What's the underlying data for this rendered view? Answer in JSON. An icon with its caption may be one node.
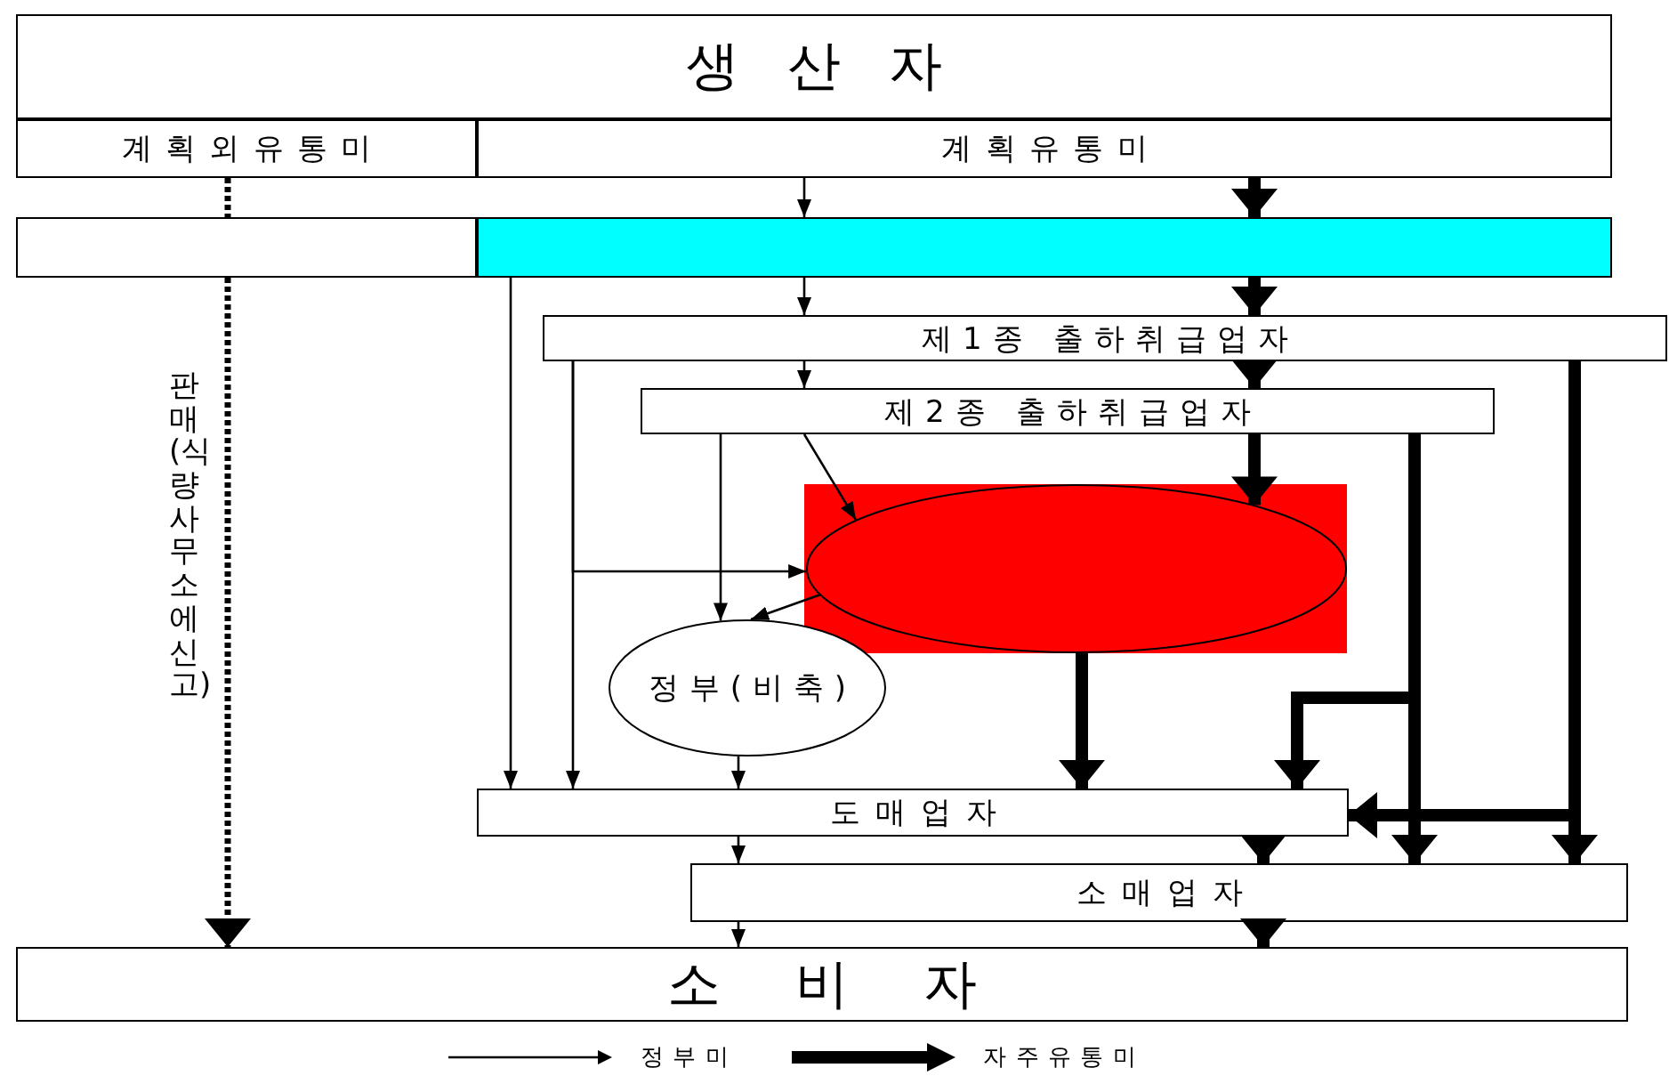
{
  "diagram": {
    "nodes": [
      {
        "text": [
          "생산자"
        ]
      },
      {
        "text": [
          "계획외유통미"
        ]
      },
      {
        "text": [
          "계획유통미"
        ]
      },
      {
        "text": [],
        "shape": "box"
      },
      {
        "text": [],
        "shape": "box"
      },
      {
        "text": [
          "제1종 출하취급업자"
        ]
      },
      {
        "text": [
          "제2종 출하취급업자"
        ]
      },
      {
        "text": [],
        "shape": "box"
      },
      {
        "text": [],
        "shape": "circle",
        "in": 7
      },
      {
        "text": [
          "정부(비축)"
        ]
      },
      {
        "text": [
          "도매업자"
        ]
      },
      {
        "text": [
          "소매업자"
        ]
      },
      {
        "text": [
          "소비자"
        ]
      }
    ],
    "edges": [
      {
        "from": 2,
        "to": 4,
        "arrow": "to"
      },
      {
        "from": 2,
        "to": 4,
        "arrow": "to",
        "style": "thick"
      },
      {
        "from": 4,
        "to": 5,
        "arrow": "to"
      },
      {
        "from": 4,
        "to": 5,
        "arrow": "to",
        "style": "thick"
      },
      {
        "from": 5,
        "to": 6,
        "arrow": "to"
      },
      {
        "from": 5,
        "to": 6,
        "arrow": "to",
        "style": "thick"
      },
      {
        "from": 4,
        "to": 10,
        "arrow": "to"
      },
      {
        "from": 5,
        "to": 10,
        "arrow": "to"
      },
      {
        "from": 5,
        "to": 8,
        "arrow": "to"
      },
      {
        "from": 6,
        "to": 9,
        "arrow": "to"
      },
      {
        "from": 6,
        "to": 8,
        "arrow": "to"
      },
      {
        "from": 6,
        "to": 8,
        "arrow": "to",
        "style": "thick"
      },
      {
        "from": 8,
        "to": 9,
        "arrow": "to"
      },
      {
        "from": 9,
        "to": 10,
        "arrow": "to"
      },
      {
        "from": 8,
        "to": 10,
        "arrow": "to",
        "style": "thick"
      },
      {
        "from": 6,
        "to": 10,
        "arrow": "to",
        "style": "thick"
      },
      {
        "from": 6,
        "to": 11,
        "arrow": "to",
        "style": "thick"
      },
      {
        "from": 5,
        "to": 11,
        "arrow": "to",
        "style": "thick"
      },
      {
        "from": 5,
        "to": 10,
        "arrow": "to",
        "style": "thick"
      },
      {
        "from": 10,
        "to": 11,
        "arrow": "to"
      },
      {
        "from": 10,
        "to": 11,
        "arrow": "to",
        "style": "thick"
      },
      {
        "from": 11,
        "to": 12,
        "arrow": "to"
      },
      {
        "from": 11,
        "to": 12,
        "arrow": "to",
        "style": "thick"
      },
      {
        "from": 1,
        "to": 3,
        "arrow": "none",
        "style": "dashed"
      },
      {
        "from": 3,
        "to": 12,
        "arrow": "to",
        "style": "dashed",
        "label": "판매(식량사무소에 신고)"
      }
    ],
    "legend": [
      {
        "text": "정부미"
      },
      {
        "text": "자주유통미"
      }
    ]
  }
}
